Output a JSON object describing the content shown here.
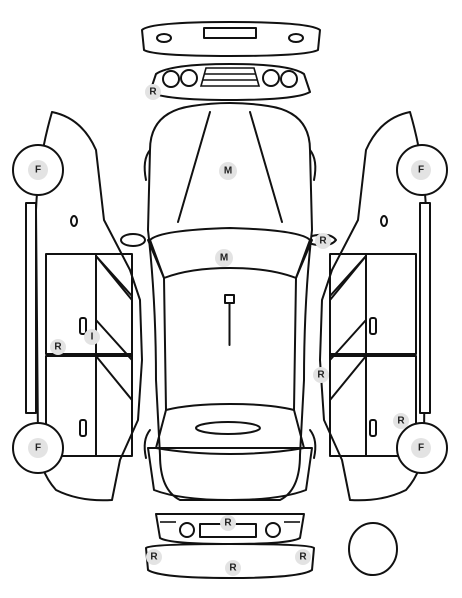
{
  "colors": {
    "stroke": "#111111",
    "marker_fill": "#e3e3e3",
    "marker_text": "#222222",
    "background": "#ffffff"
  },
  "markers": {
    "top_bumper_r": "R",
    "roof_m": "M",
    "hood_m": "M",
    "right_mirror_r": "R",
    "left_wheel_front_f": "F",
    "left_wheel_rear_f": "F",
    "left_sill_r": "R",
    "left_door_i": "I",
    "right_wheel_front_f": "F",
    "right_wheel_rear_f": "F",
    "right_door_r": "R",
    "right_rear_r": "R",
    "rear_center_r": "R",
    "rear_bumper_left_r": "R",
    "rear_bumper_center_r": "R",
    "rear_bumper_right_r": "R"
  }
}
